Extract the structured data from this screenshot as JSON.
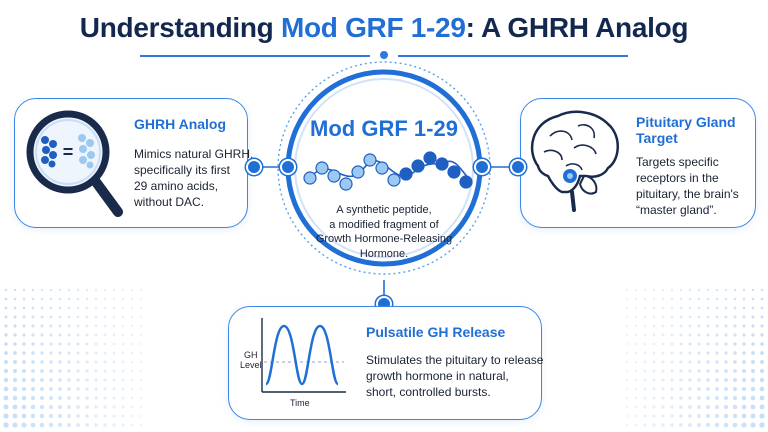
{
  "title": {
    "prefix": "Understanding",
    "highlight": "Mod GRF 1-29",
    "suffix": ": A GHRH Analog"
  },
  "center": {
    "title": "Mod GRF 1-29",
    "lines": [
      "A synthetic peptide,",
      "a modified fragment of",
      "Growth Hormone-Releasing",
      "Hormone."
    ]
  },
  "cards": {
    "ghrh": {
      "title": "GHRH Analog",
      "lines": [
        "Mimics natural GHRH,",
        "specifically its first",
        "29 amino acids,",
        "without DAC."
      ],
      "icon": "magnifier-molecule-icon",
      "equals": "="
    },
    "pituitary": {
      "title_lines": [
        "Pituitary Gland",
        "Target"
      ],
      "lines": [
        "Targets specific",
        "receptors in the",
        "pituitary, the brain's",
        "“master gland”."
      ],
      "icon": "brain-icon"
    },
    "pulsatile": {
      "title": "Pulsatile GH Release",
      "lines": [
        "Stimulates the pituitary to release",
        "growth hormone in natural,",
        "short, controlled bursts."
      ],
      "ylabel_lines": [
        "GH",
        "Level"
      ],
      "xlabel": "Time"
    }
  },
  "colors": {
    "primary": "#1f6fd6",
    "dark": "#13284f",
    "light": "#9cc9f2"
  }
}
